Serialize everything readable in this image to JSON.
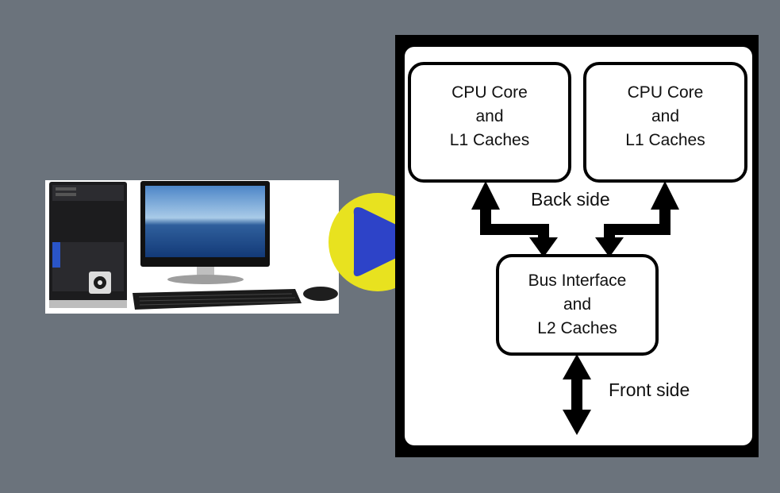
{
  "diagram": {
    "core_left": {
      "line1": "CPU Core",
      "line2": "and",
      "line3": "L1 Caches"
    },
    "core_right": {
      "line1": "CPU Core",
      "line2": "and",
      "line3": "L1 Caches"
    },
    "bus_interface": {
      "line1": "Bus Interface",
      "line2": "and",
      "line3": "L2 Caches"
    },
    "back_side_label": "Back side",
    "front_side_label": "Front side"
  },
  "colors": {
    "background": "#6b737c",
    "play_circle": "#e8e21f",
    "play_arrow": "#2d43c8",
    "outline": "#000000"
  },
  "icons": {
    "computer": "desktop-computer-photo",
    "play": "play-button-icon"
  }
}
